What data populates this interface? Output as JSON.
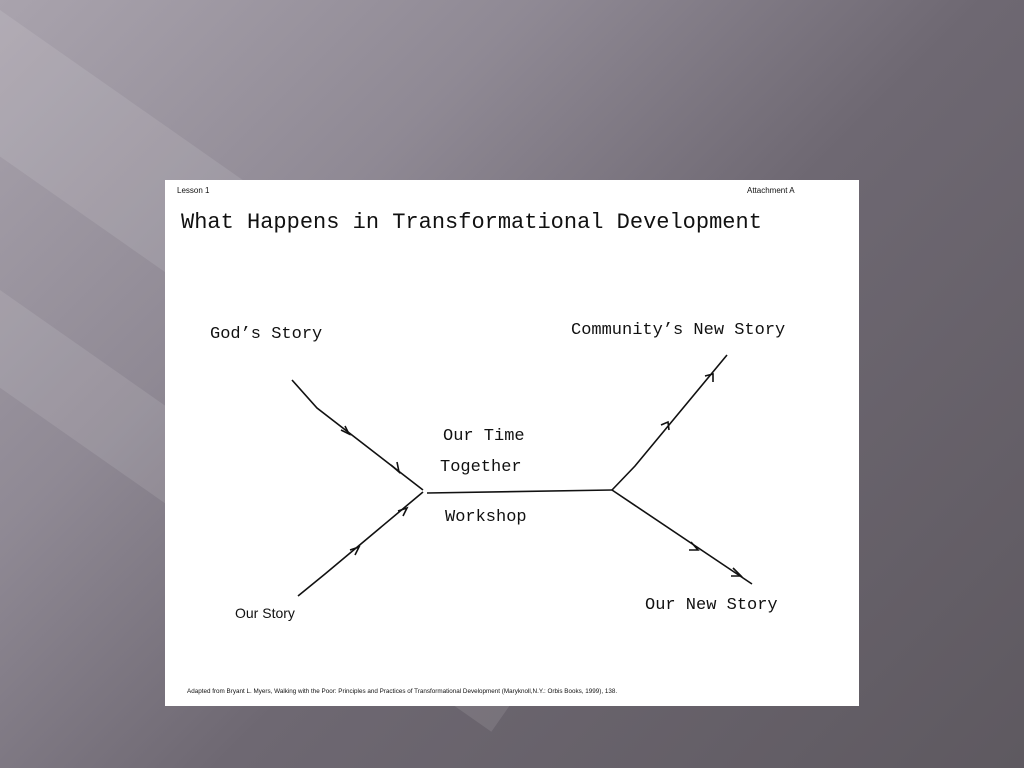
{
  "document": {
    "lesson": "Lesson 1",
    "attachment": "Attachment  A",
    "title": "What Happens in Transformational Development",
    "labels": {
      "gods_story": "God’s Story",
      "community_new_story": "Community’s New Story",
      "our_time": "Our Time",
      "together": "Together",
      "workshop": "Workshop",
      "our_story": "Our Story",
      "our_new_story": "Our New Story"
    },
    "footer": "Adapted from Bryant L. Myers, Walking with the Poor: Principles and Practices of Transformational Development  (Maryknoll,N.Y.: Orbis Books, 1999), 138."
  }
}
